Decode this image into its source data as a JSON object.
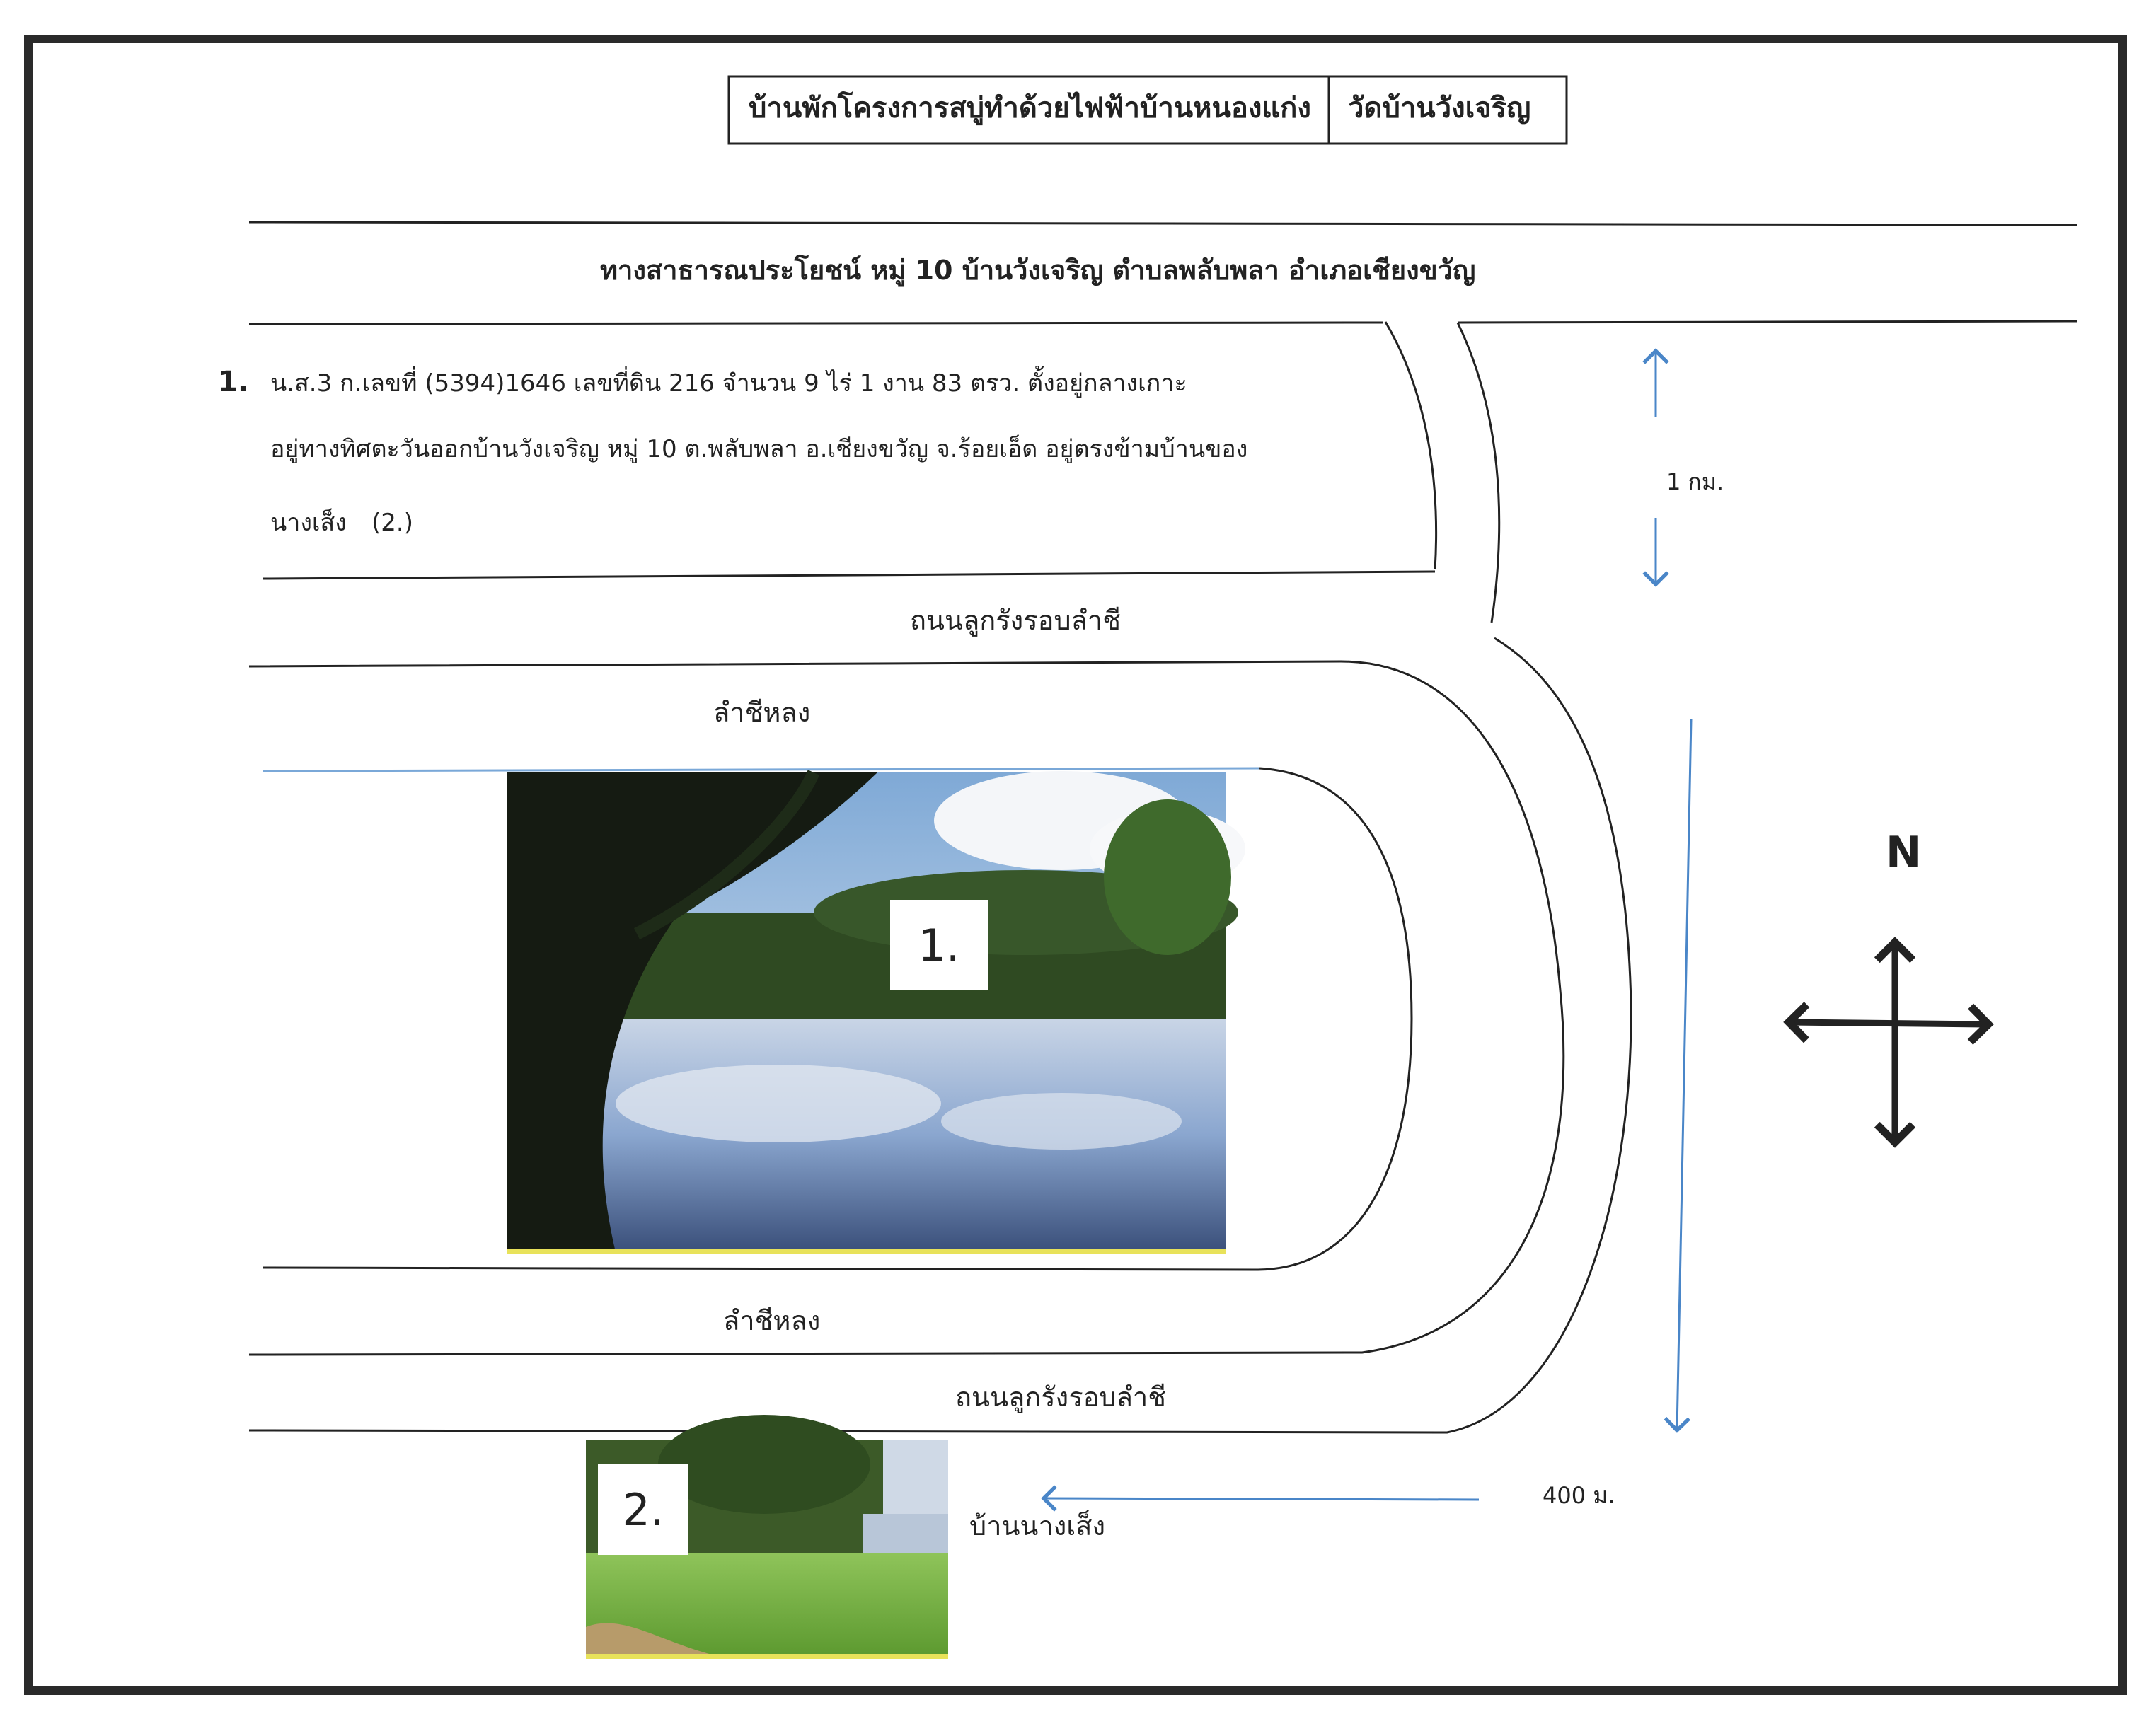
{
  "header": {
    "left_title": "บ้านพักโครงการสบู่ทำด้วยไฟฟ้าบ้านหนองแก่ง",
    "right_title": "วัดบ้านวังเจริญ"
  },
  "road_title": "ทางสาธารณประโยชน์ หมู่ 10 บ้านวังเจริญ ตำบลพลับพลา อำเภอเชียงขวัญ",
  "description": {
    "number": "1.",
    "line1": "น.ส.3 ก.เลขที่ (5394)1646 เลขที่ดิน 216 จำนวน 9 ไร่ 1 งาน 83 ตรว. ตั้งอยู่กลางเกาะ",
    "line2": "อยู่ทางทิศตะวันออกบ้านวังเจริญ หมู่ 10 ต.พลับพลา อ.เชียงขวัญ จ.ร้อยเอ็ด อยู่ตรงข้ามบ้านของ",
    "line3_a": "นางเส็ง",
    "line3_b": "(2.)"
  },
  "labels": {
    "road_top": "ถนนลูกรังรอบลำชี",
    "river_top": "ลำชีหลง",
    "river_bottom": "ลำชีหลง",
    "road_bottom": "ถนนลูกรังรอบลำชี",
    "house": "บ้านนางเส็ง"
  },
  "distances": {
    "vertical": "1 กม.",
    "horizontal": "400 ม."
  },
  "compass": {
    "north": "N"
  },
  "photos": {
    "photo1_label": "1.",
    "photo2_label": "2."
  },
  "colors": {
    "ink": "#222222",
    "arrow_blue": "#4a86c8",
    "river_blue": "#7aa8d8"
  }
}
